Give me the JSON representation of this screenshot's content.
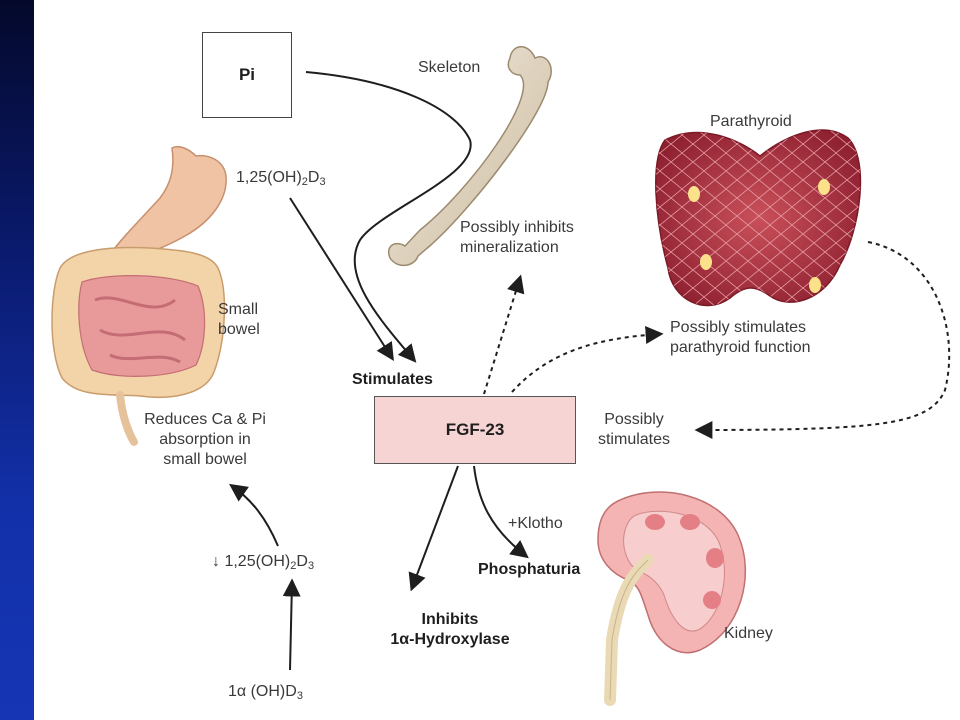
{
  "nodes": {
    "pi": "Pi",
    "fgf23": "FGF-23"
  },
  "labels": {
    "skeleton": "Skeleton",
    "parathyroid": "Parathyroid",
    "small_bowel": [
      "Small",
      "bowel"
    ],
    "kidney": "Kidney",
    "vitd_top": {
      "main": "1,25(OH)",
      "sub1": "2",
      "mid": "D",
      "sub2": "3"
    },
    "stimulates": "Stimulates",
    "possibly_inhibits_mineralization": [
      "Possibly inhibits",
      "mineralization"
    ],
    "possibly_stimulates_parathyroid": [
      "Possibly stimulates",
      "parathyroid function"
    ],
    "possibly_stimulates": [
      "Possibly",
      "stimulates"
    ],
    "reduces_absorption": [
      "Reduces Ca & Pi",
      "absorption in",
      "small bowel"
    ],
    "vitd_down": {
      "arrow": "↓",
      "main": "1,25(OH)",
      "sub1": "2",
      "mid": "D",
      "sub2": "3"
    },
    "klotho": "+Klotho",
    "phosphaturia": "Phosphaturia",
    "inhibits_hydroxylase": [
      "Inhibits",
      "1α-Hydroxylase"
    ],
    "vitd_precursor": "1α (OH)D"
  },
  "vitd_precursor_sub": "3",
  "colors": {
    "sidebar": "#0a1a6e",
    "fgf_box": "#f6d4d4",
    "organ_pink": "#e89a9a",
    "parathyroid": "#b3323e"
  }
}
